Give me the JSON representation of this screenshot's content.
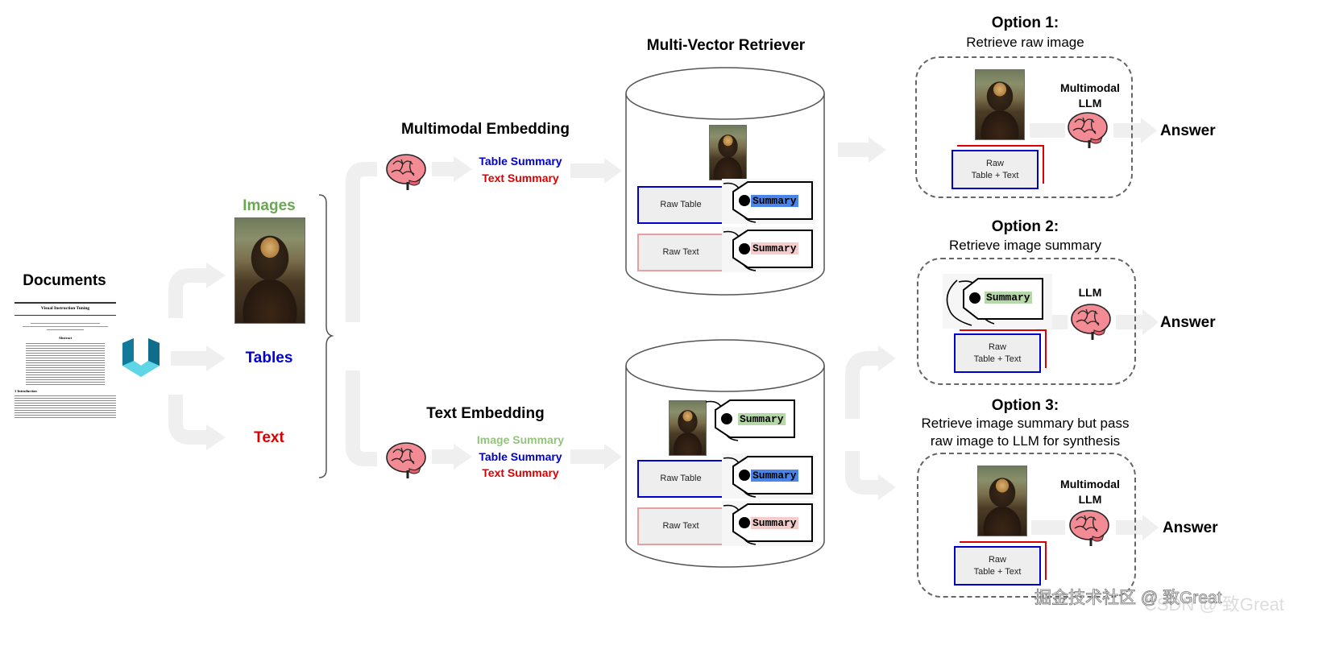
{
  "sources": {
    "documents_label": "Documents",
    "paper": {
      "title": "Visual Instruction Tuning",
      "section_abstract": "Abstract",
      "section_intro": "1   Introduction"
    },
    "images_label": "Images",
    "tables_label": "Tables",
    "text_label": "Text"
  },
  "embeddings": {
    "multimodal": {
      "title": "Multimodal Embedding",
      "items": [
        "Table Summary",
        "Text Summary"
      ]
    },
    "text": {
      "title": "Text Embedding",
      "items": [
        "Image Summary",
        "Table Summary",
        "Text Summary"
      ]
    }
  },
  "retriever": {
    "title": "Multi-Vector Retriever",
    "raw_table": "Raw Table",
    "raw_text": "Raw Text",
    "summary_tag": "Summary"
  },
  "options": [
    {
      "title": "Option 1:",
      "subtitle": "Retrieve raw image",
      "model": [
        "Multimodal",
        "LLM"
      ],
      "raw_box": [
        "Raw",
        "Table + Text"
      ],
      "answer": "Answer"
    },
    {
      "title": "Option 2:",
      "subtitle": "Retrieve image summary",
      "model": [
        "LLM"
      ],
      "summary_tag": "Summary",
      "raw_box": [
        "Raw",
        "Table + Text"
      ],
      "answer": "Answer"
    },
    {
      "title": "Option 3:",
      "subtitle": [
        "Retrieve image summary but pass",
        "raw image to LLM for synthesis"
      ],
      "model": [
        "Multimodal",
        "LLM"
      ],
      "raw_box": [
        "Raw",
        "Table + Text"
      ],
      "answer": "Answer"
    }
  ],
  "colors": {
    "images": "#6aa84f",
    "tables": "#0000cc",
    "text": "#dd0000",
    "image_summary": "#93c47d",
    "arrow": "#efefef",
    "tag_table": "#4a86e8",
    "tag_text": "#f4cccc",
    "tag_image": "#b6d7a8",
    "brain": "#f28b93"
  },
  "watermark": {
    "primary": "掘金技术社区 @ 致Great",
    "ghost": "CSDN @ 致Great"
  }
}
